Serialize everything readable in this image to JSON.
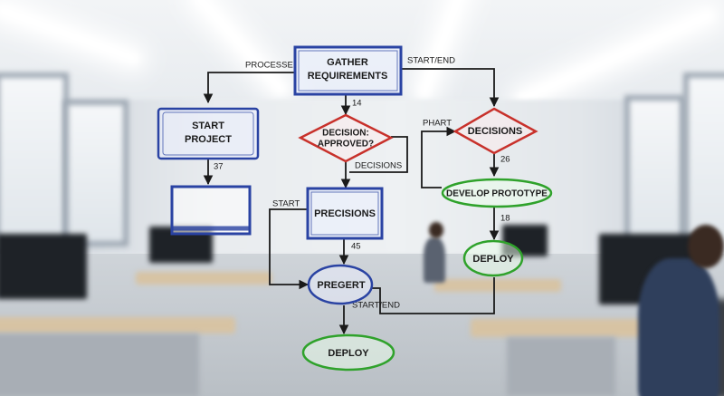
{
  "colors": {
    "rectangle_stroke": "#2a43a3",
    "diamond_stroke": "#c8312b",
    "oval_stroke": "#2fa22b",
    "arrow": "#1a1a1a"
  },
  "nodes": {
    "gather": {
      "line1": "GATHER",
      "line2": "REQUIREMENTS",
      "shape": "rectangle"
    },
    "start_project": {
      "line1": "START",
      "line2": "PROJECT",
      "shape": "rectangle"
    },
    "blank_box": {
      "shape": "rectangle"
    },
    "decision_approved": {
      "line1": "DECISION:",
      "line2": "APPROVED?",
      "shape": "diamond"
    },
    "decisions": {
      "label": "DECISIONS",
      "shape": "diamond"
    },
    "develop_prototype": {
      "label": "DEVELOP PROTOTYPE",
      "shape": "oval"
    },
    "precisions": {
      "label": "PRECISIONS",
      "shape": "rectangle"
    },
    "deploy_right": {
      "label": "DEPLOY",
      "shape": "oval"
    },
    "pregert": {
      "label": "PREGERT",
      "shape": "oval"
    },
    "deploy_bottom": {
      "label": "DEPLOY",
      "shape": "oval"
    }
  },
  "edge_labels": {
    "processe": "PROCESSE",
    "start_end_top": "START/END",
    "n14": "14",
    "n37": "37",
    "phart": "PHART",
    "decisions_small": "DECISIONS",
    "n26": "26",
    "start": "START",
    "n18": "18",
    "n45": "45",
    "start_end_bottom": "START/END"
  }
}
